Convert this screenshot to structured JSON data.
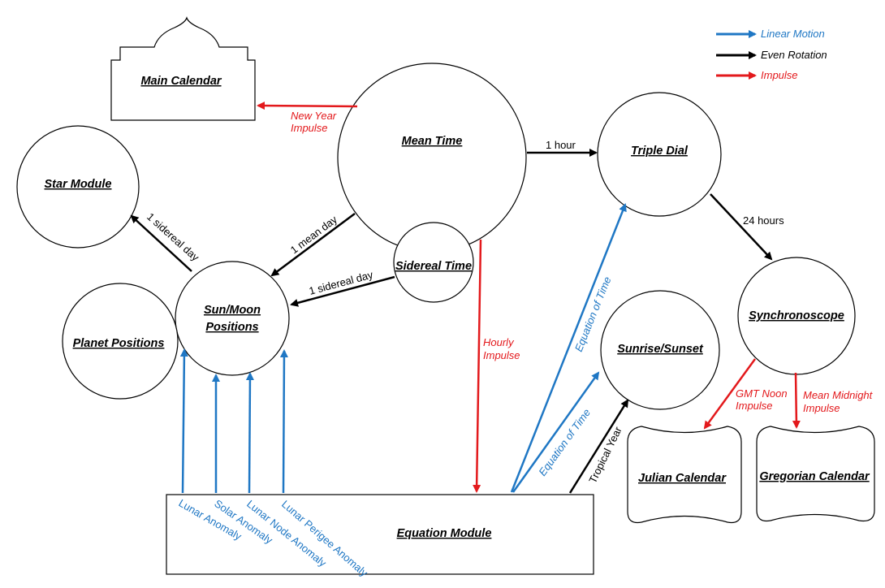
{
  "colors": {
    "linear": "#1f77c4",
    "even": "#000000",
    "impulse": "#e3191c"
  },
  "legend": {
    "linear": "Linear Motion",
    "even": "Even Rotation",
    "impulse": "Impulse"
  },
  "nodes": {
    "main_calendar": "Main Calendar",
    "mean_time": "Mean Time",
    "star_module": "Star Module",
    "triple_dial": "Triple Dial",
    "sidereal_time": "Sidereal Time",
    "sun_moon_line1": "Sun/Moon",
    "sun_moon_line2": "Positions",
    "planet_positions": "Planet Positions",
    "synchronoscope": "Synchronoscope",
    "sunrise_sunset": "Sunrise/Sunset",
    "julian_calendar": "Julian Calendar",
    "gregorian_calendar": "Gregorian Calendar",
    "equation_module": "Equation Module"
  },
  "edges": {
    "new_year_l1": "New Year",
    "new_year_l2": "Impulse",
    "one_hour": "1 hour",
    "twenty_four_hours": "24 hours",
    "sidereal_day_star": "1 sidereal day",
    "mean_day": "1 mean day",
    "sidereal_day_sun": "1 sidereal day",
    "hourly_l1": "Hourly",
    "hourly_l2": "Impulse",
    "eot_triple": "Equation of Time",
    "eot_sunrise": "Equation of Time",
    "tropical_year": "Tropical Year",
    "gmt_noon_l1": "GMT Noon",
    "gmt_noon_l2": "Impulse",
    "mean_midnight_l1": "Mean Midnight",
    "mean_midnight_l2": "Impulse",
    "lunar_anomaly": "Lunar Anomaly",
    "solar_anomaly": "Solar Anomaly",
    "lunar_node_anomaly": "Lunar Node Anomaly",
    "lunar_perigee_anomaly": "Lunar Perigee Anomaly"
  }
}
